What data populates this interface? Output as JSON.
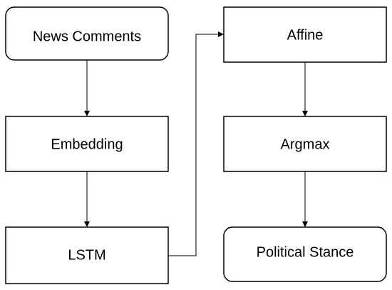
{
  "diagram": {
    "nodes": {
      "news_comments": "News Comments",
      "embedding": "Embedding",
      "lstm": "LSTM",
      "affine": "Affine",
      "argmax": "Argmax",
      "political_stance": "Political Stance"
    },
    "edges": [
      [
        "news_comments",
        "embedding"
      ],
      [
        "embedding",
        "lstm"
      ],
      [
        "lstm",
        "affine"
      ],
      [
        "affine",
        "argmax"
      ],
      [
        "argmax",
        "political_stance"
      ]
    ]
  }
}
